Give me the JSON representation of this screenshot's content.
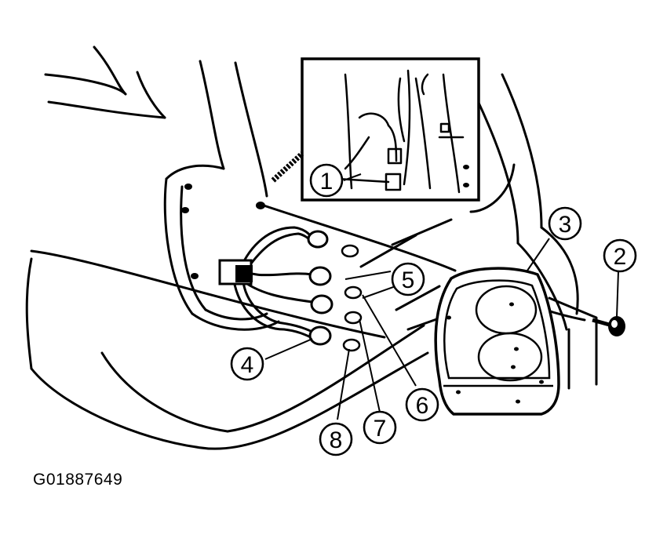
{
  "figure_id": "G01887649",
  "callouts": [
    {
      "key": "c1",
      "label": "1"
    },
    {
      "key": "c2",
      "label": "2"
    },
    {
      "key": "c3",
      "label": "3"
    },
    {
      "key": "c4",
      "label": "4"
    },
    {
      "key": "c5",
      "label": "5"
    },
    {
      "key": "c6",
      "label": "6"
    },
    {
      "key": "c7",
      "label": "7"
    },
    {
      "key": "c8",
      "label": "8"
    }
  ]
}
